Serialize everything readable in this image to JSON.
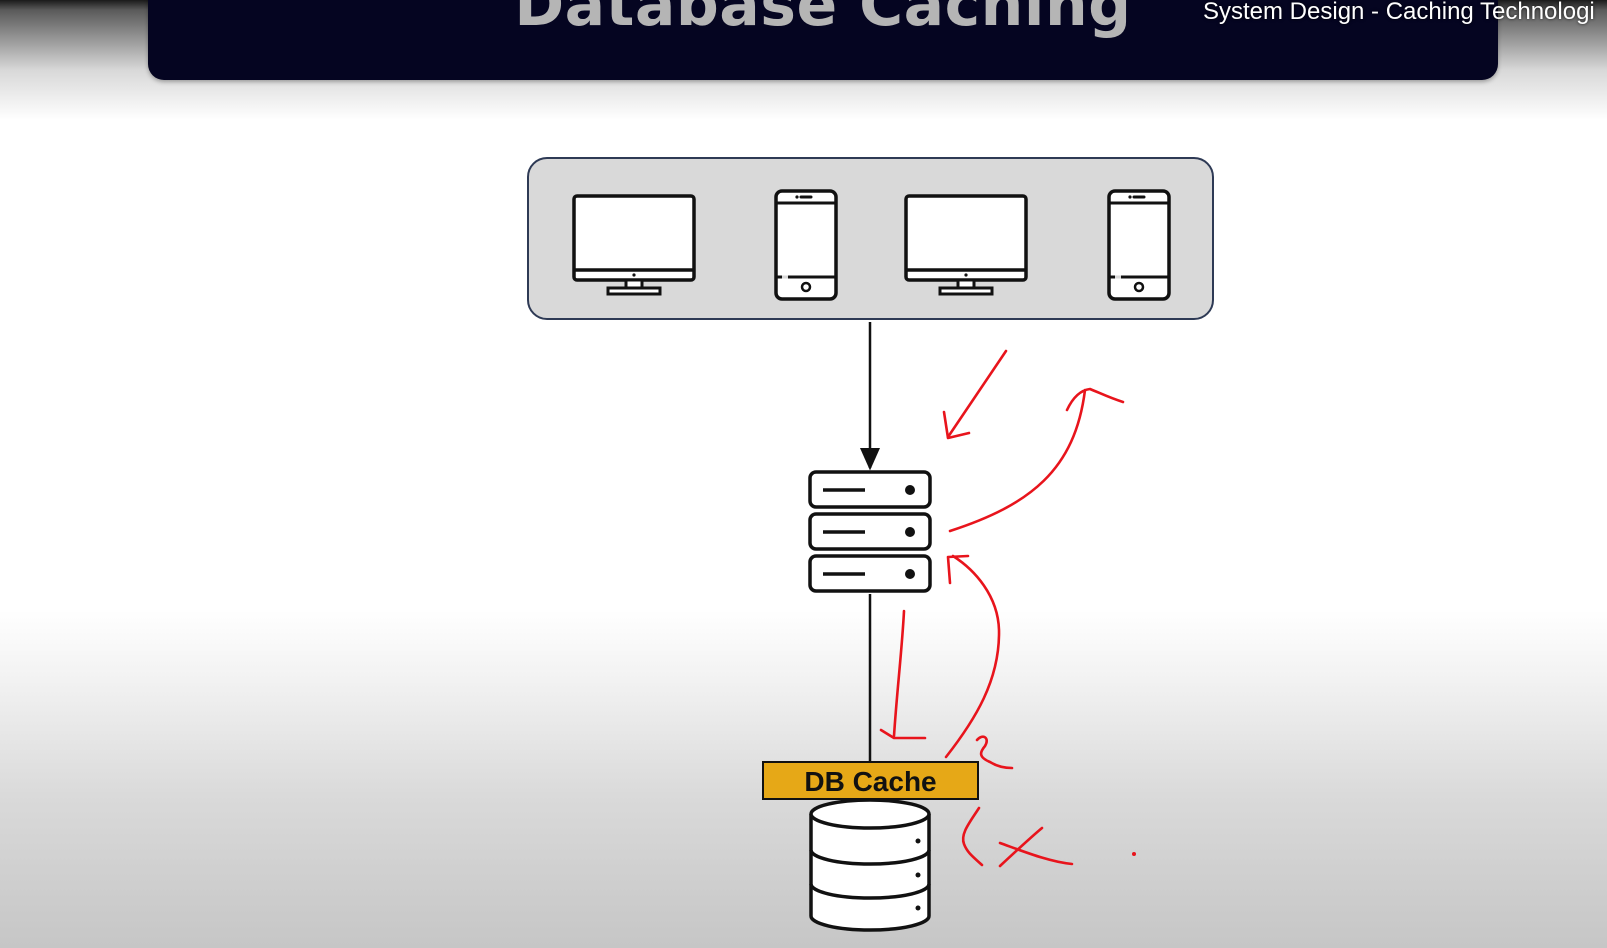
{
  "slide": {
    "title": "Database Caching"
  },
  "video": {
    "title": "System Design - Caching Technologi"
  },
  "diagram": {
    "cache_label": "DB Cache",
    "clients": [
      "desktop-icon",
      "mobile-phone-icon",
      "desktop-icon",
      "mobile-phone-icon"
    ],
    "server_icon": "server-rack-icon",
    "database_icon": "database-icon"
  },
  "colors": {
    "banner": "#050521",
    "client_box": "#d9d9d9",
    "cache_fill": "#e6a817",
    "annotation_ink": "#e8141c"
  }
}
